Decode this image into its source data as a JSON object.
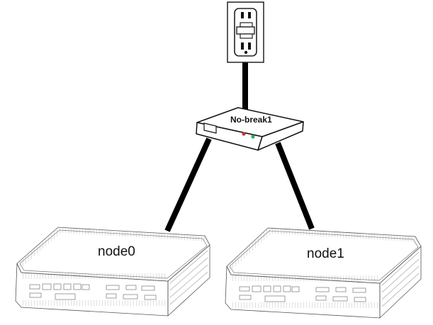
{
  "diagram": {
    "ups": {
      "label": "No-break1",
      "led_colors": [
        "#c0392b",
        "#27ae60"
      ]
    },
    "nodes": [
      {
        "label": "node0"
      },
      {
        "label": "node1"
      }
    ],
    "cable_color": "#000000",
    "outlet_icon": "wall-outlet-icon",
    "ups_icon": "ups-device-icon",
    "node_icon": "mini-pc-icon"
  }
}
